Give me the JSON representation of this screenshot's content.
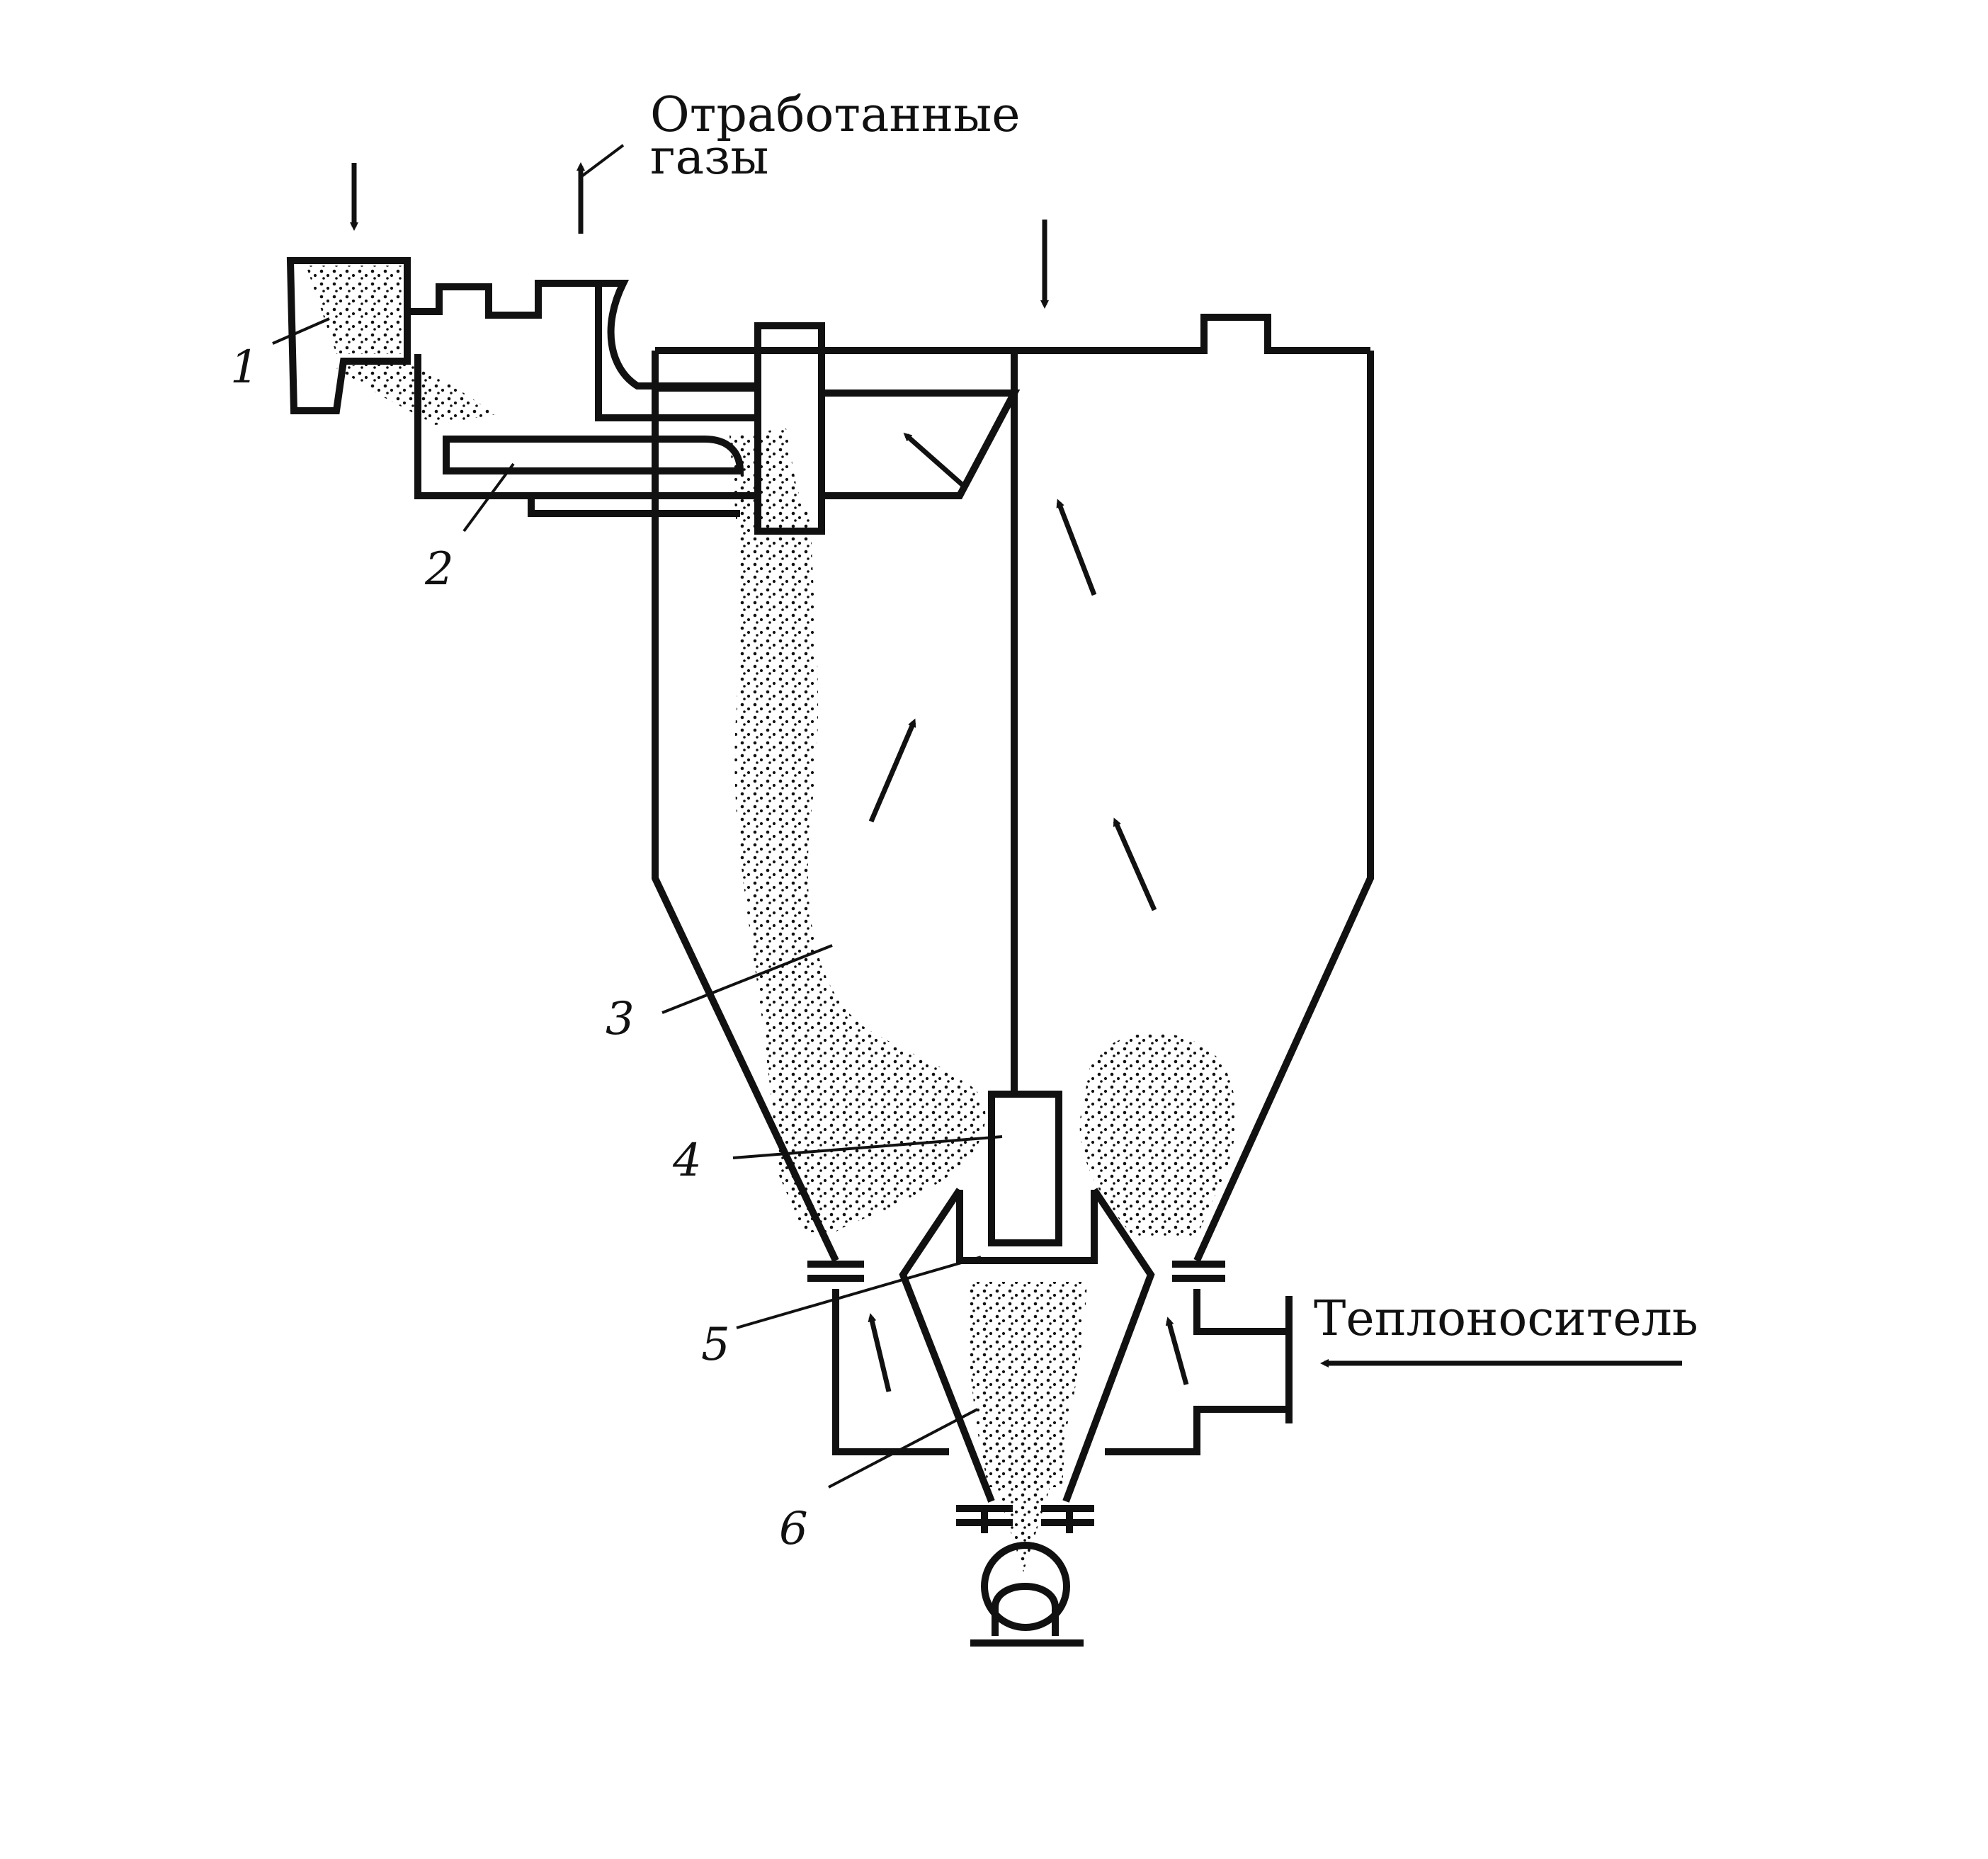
{
  "labels": {
    "exhaust_line1": "Отработанные",
    "exhaust_line2": "газы",
    "heat_carrier": "Теплоноситель"
  },
  "callouts": [
    "1",
    "2",
    "3",
    "4",
    "5",
    "6"
  ],
  "colors": {
    "ink": "#111111",
    "background": "#ffffff"
  }
}
